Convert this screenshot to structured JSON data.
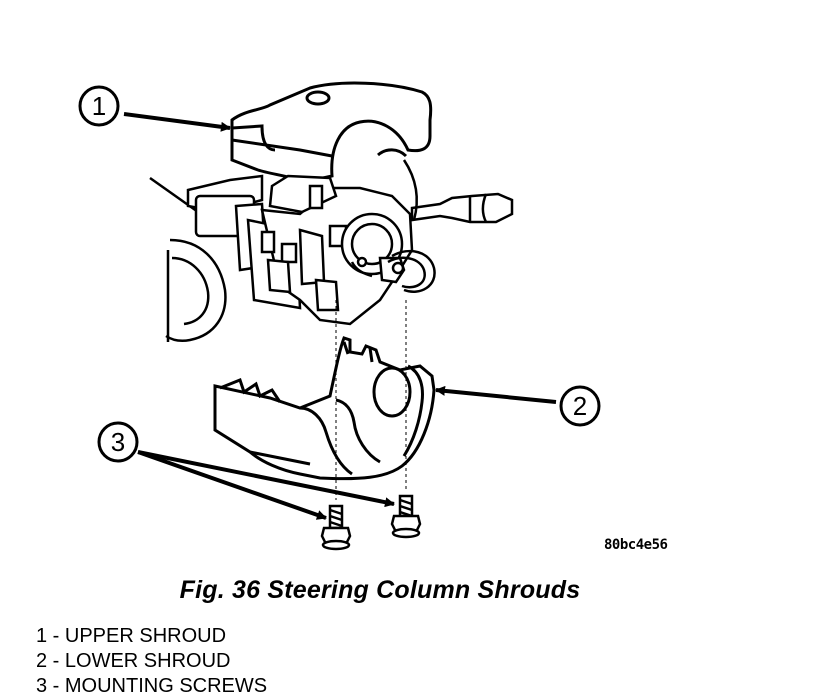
{
  "figure": {
    "caption": "Fig. 36 Steering Column Shrouds",
    "code": "80bc4e56"
  },
  "callouts": [
    {
      "number": "1"
    },
    {
      "number": "2"
    },
    {
      "number": "3"
    }
  ],
  "legend": [
    {
      "text": "1 - UPPER SHROUD"
    },
    {
      "text": "2 - LOWER SHROUD"
    },
    {
      "text": "3 - MOUNTING SCREWS"
    }
  ]
}
